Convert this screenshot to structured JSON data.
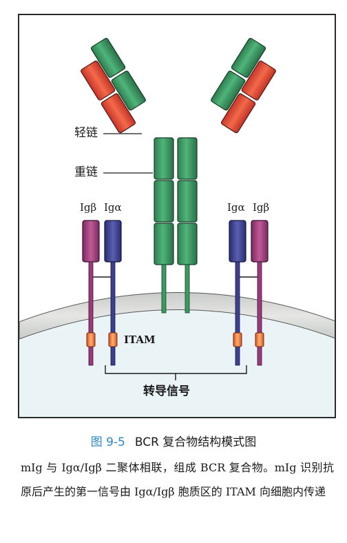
{
  "diagram": {
    "light_chain_label": "轻链",
    "heavy_chain_label": "重链",
    "ig_beta_left_label": "Igβ",
    "ig_alpha_left_label": "Igα",
    "ig_alpha_right_label": "Igα",
    "ig_beta_right_label": "Igβ",
    "itam_label": "ITAM",
    "signal_label": "转导信号",
    "colors": {
      "light_chain": "#e8533a",
      "heavy_chain": "#3a9a62",
      "ig_alpha": "#3d3f8f",
      "ig_beta": "#9a3a78",
      "itam": "#e46a3c",
      "membrane": "#d9dbd8",
      "cytoplasm": "#eaf4f7"
    }
  },
  "caption": {
    "figure_number": "图 9-5",
    "title": "BCR 复合物结构模式图",
    "body": "mIg 与 Igα/Igβ 二聚体相联，组成 BCR 复合物。mIg 识别抗原后产生的第一信号由 Igα/Igβ 胞质区的 ITAM 向细胞内传递"
  }
}
